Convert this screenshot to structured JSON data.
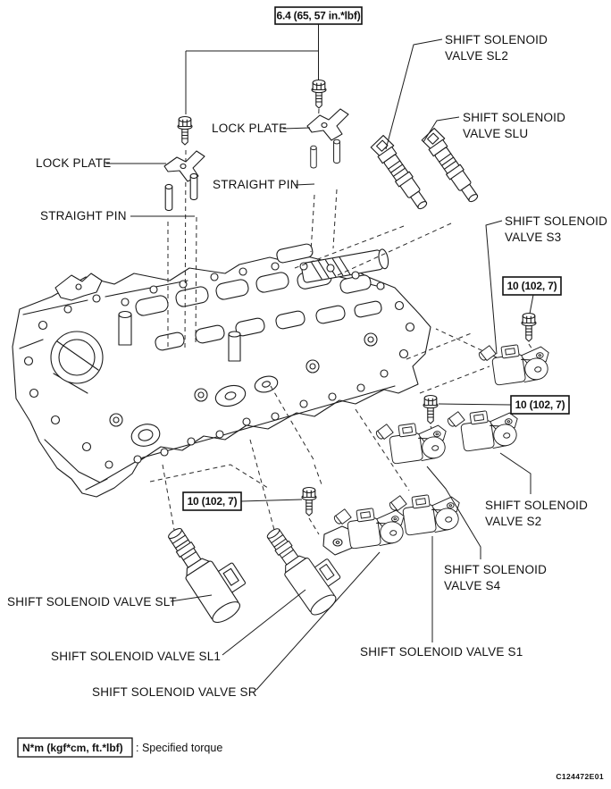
{
  "figure": {
    "code": "C124472E01",
    "legend": {
      "unit_box": "N*m (kgf*cm, ft.*lbf)",
      "description": ": Specified torque"
    }
  },
  "torque_specs": {
    "lock_plate_bolt": "6.4 (65, 57 in.*lbf)",
    "solenoid_bolt": "10 (102, 7)"
  },
  "callouts": {
    "lock_plate_left": "LOCK PLATE",
    "lock_plate_right": "LOCK PLATE",
    "straight_pin_left": "STRAIGHT PIN",
    "straight_pin_right": "STRAIGHT PIN",
    "sl2_line1": "SHIFT SOLENOID",
    "sl2_line2": "VALVE SL2",
    "slu_line1": "SHIFT SOLENOID",
    "slu_line2": "VALVE SLU",
    "s3_line1": "SHIFT SOLENOID",
    "s3_line2": "VALVE S3",
    "s2_line1": "SHIFT SOLENOID",
    "s2_line2": "VALVE S2",
    "s4_line1": "SHIFT SOLENOID",
    "s4_line2": "VALVE S4",
    "s1": "SHIFT SOLENOID VALVE S1",
    "sr": "SHIFT SOLENOID VALVE SR",
    "sl1": "SHIFT SOLENOID VALVE SL1",
    "slt": "SHIFT SOLENOID VALVE SLT"
  }
}
